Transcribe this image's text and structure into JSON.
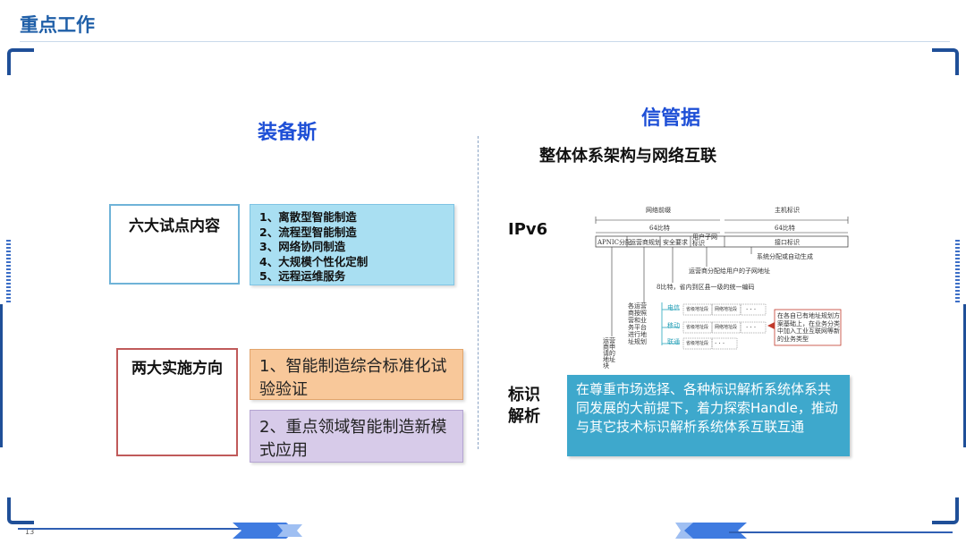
{
  "header": {
    "title": "重点工作"
  },
  "left": {
    "heading": "装备斯",
    "pilot_label": "六大试点内容",
    "pilot_items": [
      "1、离散型智能制造",
      "2、流程型智能制造",
      "3、网络协同制造",
      "4、大规模个性化定制",
      "5、远程运维服务"
    ],
    "direction_label": "两大实施方向",
    "directions": [
      "1、智能制造综合标准化试验验证",
      "2、重点领域智能制造新模式应用"
    ]
  },
  "right": {
    "heading": "信管据",
    "subheading": "整体体系架构与网络互联",
    "ipv6_label": "IPv6",
    "id_label": "标识解析",
    "diagram": {
      "network_prefix": "网络前缀",
      "host_id": "主机标识",
      "bits_left": "64比特",
      "bits_right": "64比特",
      "seg1": "APNIC分配",
      "seg2": "运营商规划",
      "seg3": "安全要求",
      "seg4": "用户子网标识",
      "seg5": "接口标识",
      "auto_gen": "系统分配或自动生成",
      "operator_alloc": "运营商分配给用户的子网地址",
      "unified_code": "8比特，省内到区县一级的统一编码",
      "operator_plan": "各运营商按照营和业务平台进行地址规划",
      "operator_apply": "运营商申请的地址块",
      "carrier1": "电信",
      "carrier2": "移动",
      "carrier3": "联通",
      "cell_a": "省级地址段",
      "cell_b": "网络地址段",
      "ellipsis": "· · ·",
      "note": "在各自已有地址规划方案基础上，在业务分类中加入工业互联网等新的业务类型"
    },
    "id_text": "在尊重市场选择、各种标识解析系统体系共同发展的大前提下，着力探索Handle，推动与其它技术标识解析系统体系互联互通"
  },
  "footer": {
    "page": "13"
  },
  "colors": {
    "title": "#1f5fa8",
    "heading": "#1e4fd6",
    "pilot_bg": "#a9dff2",
    "dir1_bg": "#f8c89a",
    "dir2_bg": "#d7cbe9",
    "id_bg": "#3ea8cc"
  }
}
